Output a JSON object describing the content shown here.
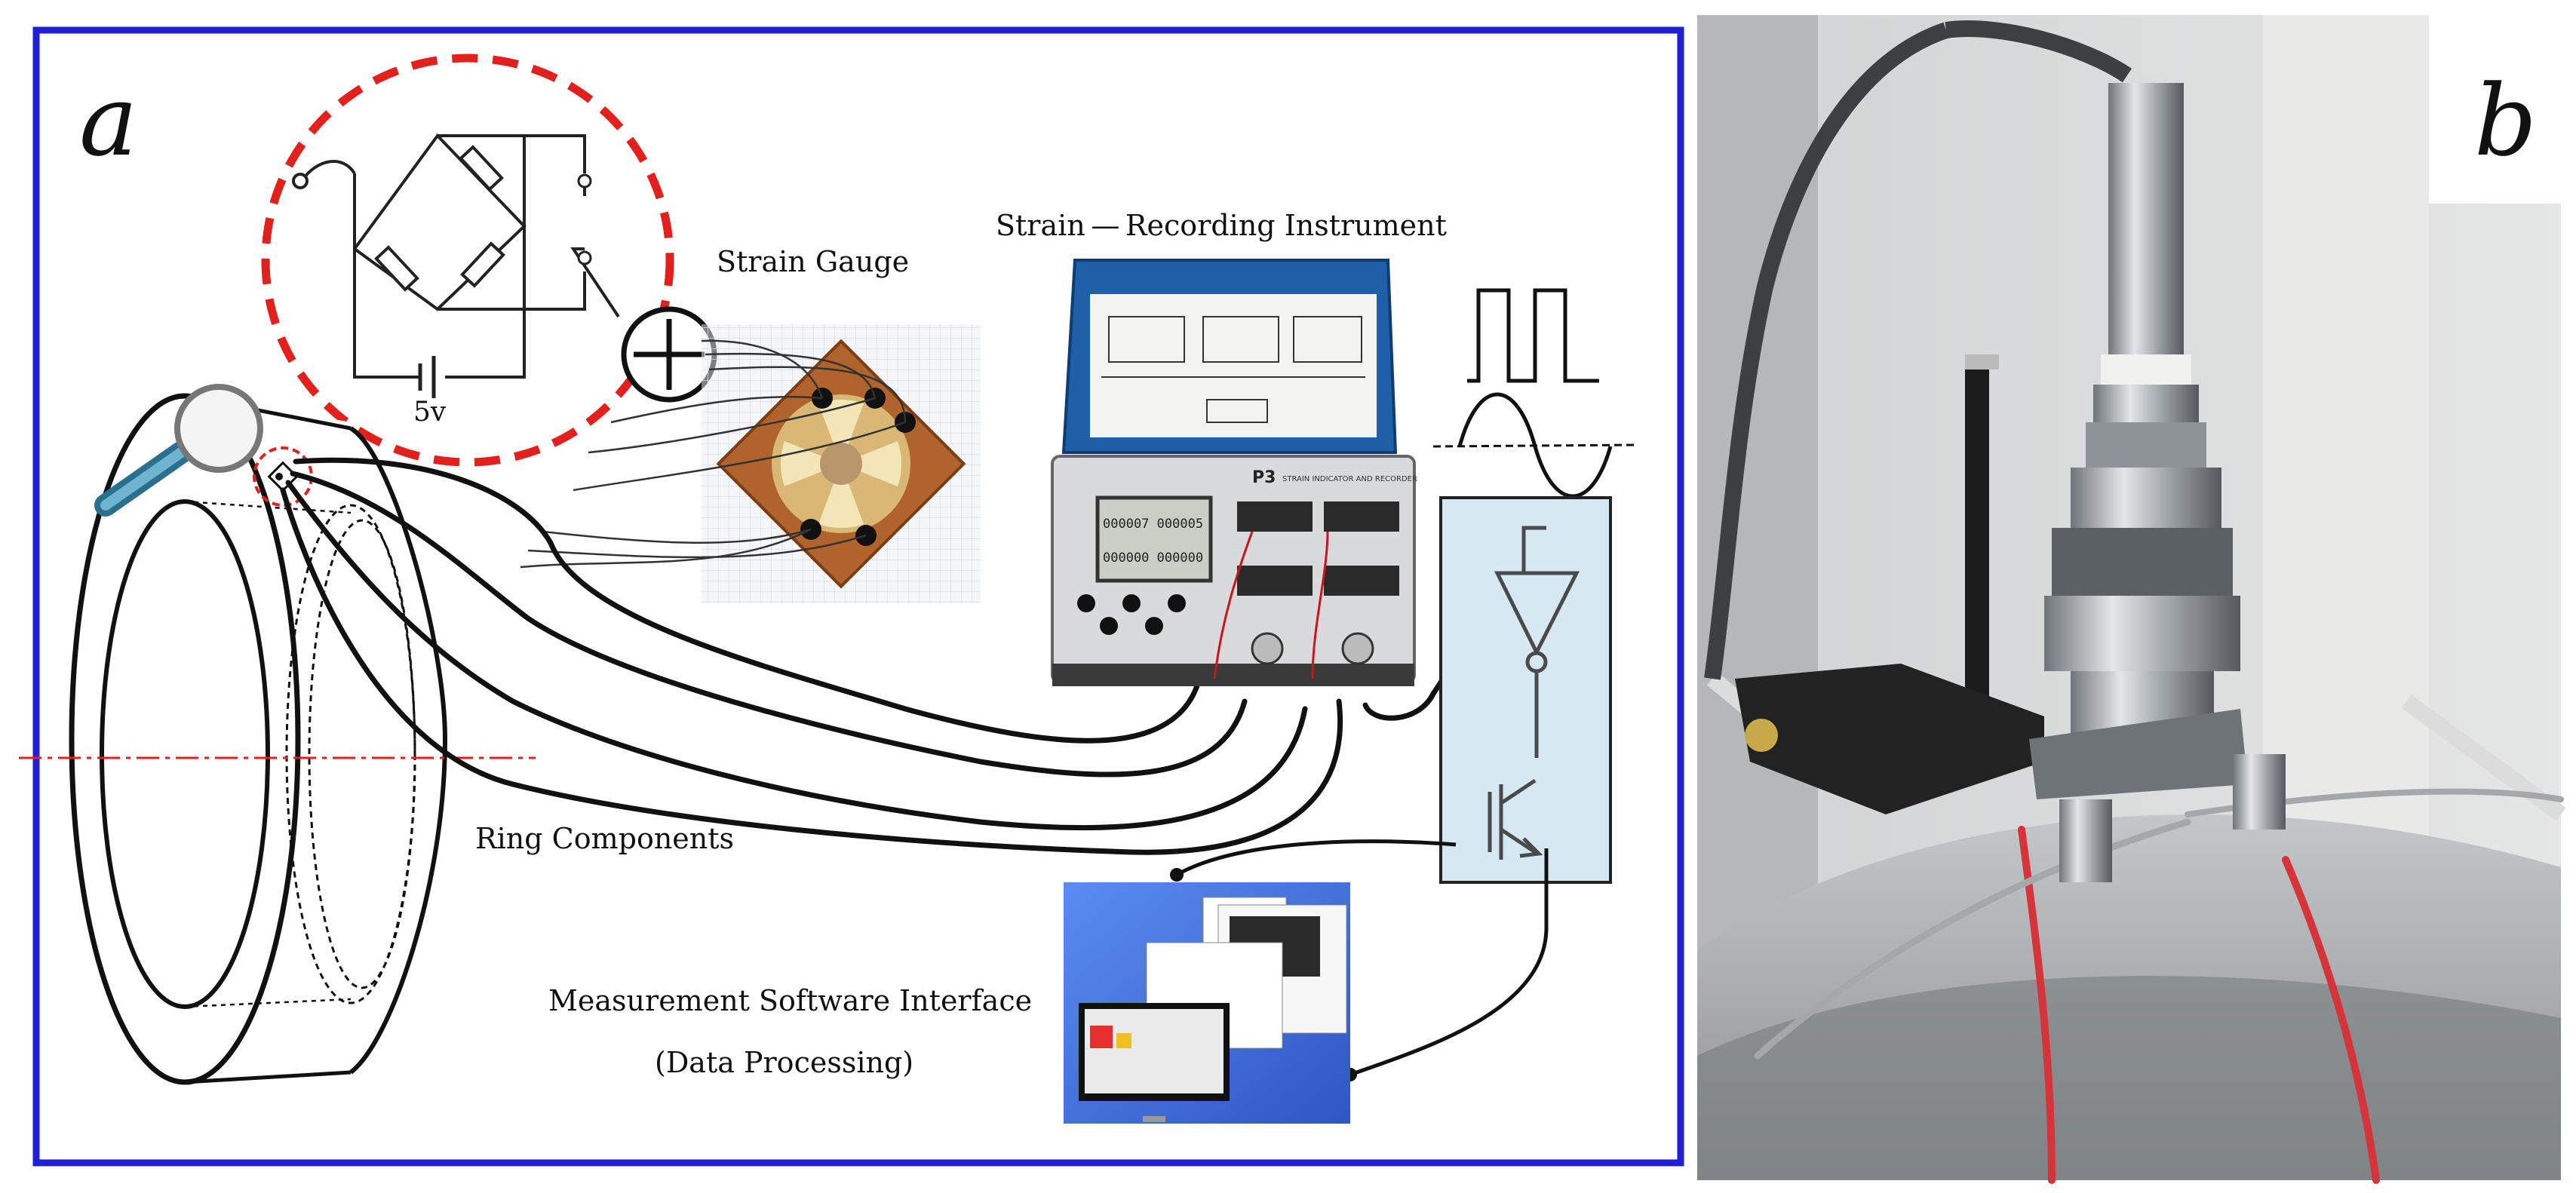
{
  "panel_a": {
    "letter": "a",
    "labels": {
      "strain_gauge": "Strain Gauge",
      "recording_instrument": "Strain — Recording Instrument",
      "ring_components": "Ring Components",
      "software_line1": "Measurement Software Interface",
      "software_line2": "(Data Processing)",
      "voltage": "5v"
    },
    "instrument": {
      "brand_label": "P3",
      "brand_sub": "STRAIN INDICATOR AND RECORDER",
      "display_line1": "000007  000005",
      "display_line2": "000000  000000"
    }
  },
  "panel_b": {
    "letter": "b"
  },
  "colors": {
    "frame_blue": "#1f1fd6",
    "dashed_red": "#e3201b",
    "instrument_blue": "#1e5fa8",
    "circuit_fill": "#d6e9f2",
    "monitor_bg": "#3b6fd6"
  }
}
